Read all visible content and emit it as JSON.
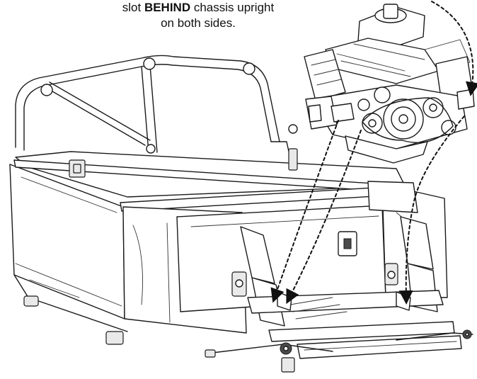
{
  "instruction": {
    "line1_pre": "slot ",
    "line1_bold": "BEHIND",
    "line1_post": " chassis upright",
    "line2": "on both sides."
  }
}
